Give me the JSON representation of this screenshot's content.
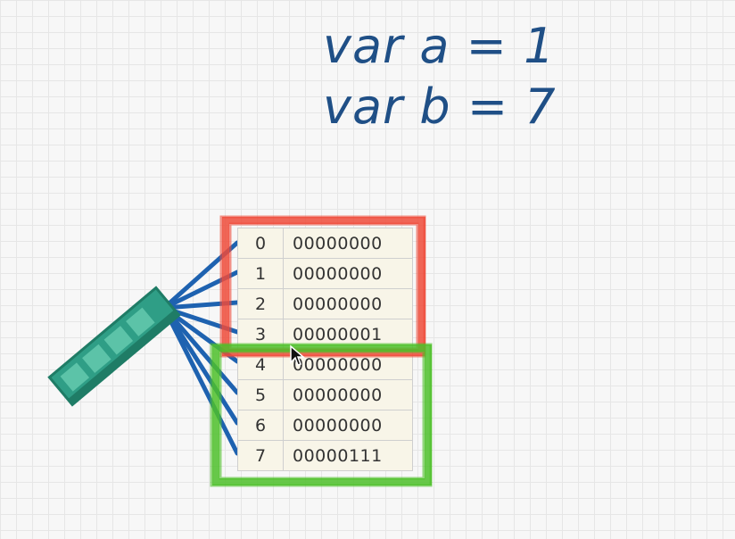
{
  "code_lines": [
    "var a = 1",
    "var b = 7"
  ],
  "memory": [
    {
      "address": "0",
      "value": "00000000"
    },
    {
      "address": "1",
      "value": "00000000"
    },
    {
      "address": "2",
      "value": "00000000"
    },
    {
      "address": "3",
      "value": "00000001"
    },
    {
      "address": "4",
      "value": "00000000"
    },
    {
      "address": "5",
      "value": "00000000"
    },
    {
      "address": "6",
      "value": "00000000"
    },
    {
      "address": "7",
      "value": "00000111"
    }
  ],
  "highlights": [
    {
      "variable": "a",
      "rows": [
        0,
        3
      ],
      "color": "#ef4b3a"
    },
    {
      "variable": "b",
      "rows": [
        4,
        7
      ],
      "color": "#4ec02a"
    }
  ],
  "colors": {
    "code_text": "#1f4f86",
    "bus_lines": "#1e62b0",
    "ram_chip": "#2f9e86",
    "grid": "#e6e6e6"
  },
  "icons": {
    "ram_chip": "ram-chip-icon",
    "cursor": "mouse-cursor-icon"
  }
}
